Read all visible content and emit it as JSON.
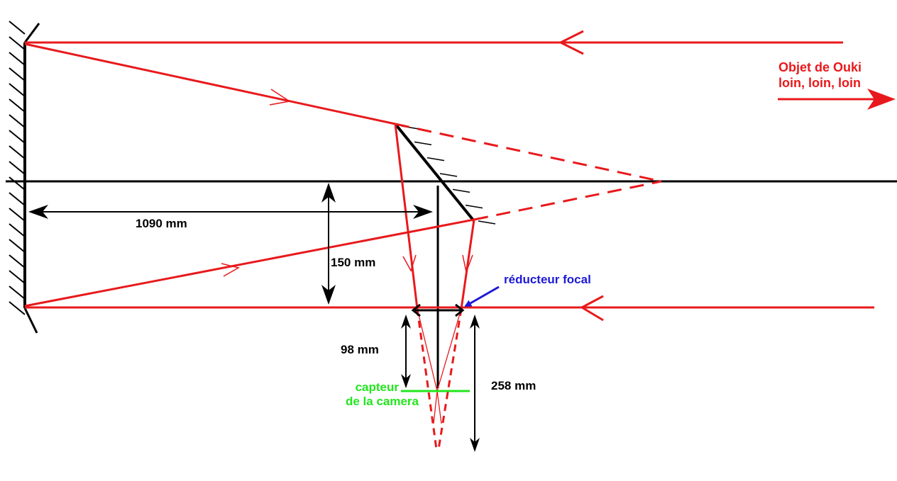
{
  "labels": {
    "object_line1": "Objet de Ouki",
    "object_line2": "loin, loin, loin",
    "focal_length": "1090 mm",
    "mirror_offset": "150 mm",
    "reducer": "réducteur focal",
    "reducer_to_sensor": "98 mm",
    "reducer_to_focus": "258 mm",
    "sensor_line1": "capteur",
    "sensor_line2": "de la camera"
  },
  "colors": {
    "ray": "#e8191c",
    "structure": "#000000",
    "reducer_label": "#1c19d8",
    "sensor": "#22e61c"
  }
}
